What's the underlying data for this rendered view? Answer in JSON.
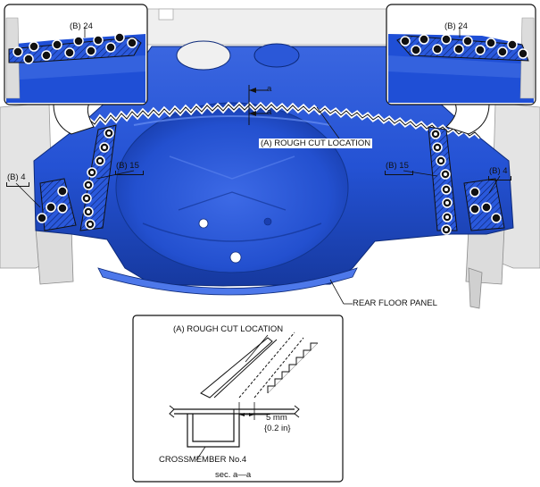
{
  "labels": {
    "b24_left": "(B) 24",
    "b24_right": "(B) 24",
    "b4_left": "(B) 4",
    "b4_right": "(B) 4",
    "b15_left": "(B) 15",
    "b15_right": "(B) 15",
    "section_mark_top": "a",
    "section_mark_bottom": "a",
    "rough_cut_location": "(A) ROUGH CUT LOCATION",
    "rear_floor_panel": "REAR FLOOR PANEL"
  },
  "section_view": {
    "rough_cut_location": "(A) ROUGH CUT LOCATION",
    "dimension_mm": "5 mm",
    "dimension_in": "{0.2 in}",
    "crossmember": "CROSSMEMBER No.4",
    "caption": "sec. a—a"
  },
  "colors": {
    "panel_blue": "#1f4fd6",
    "panel_highlight": "#5f86f0",
    "panel_shadow": "#123a9e",
    "body_gray": "#d9d9d9",
    "line": "#111111"
  }
}
